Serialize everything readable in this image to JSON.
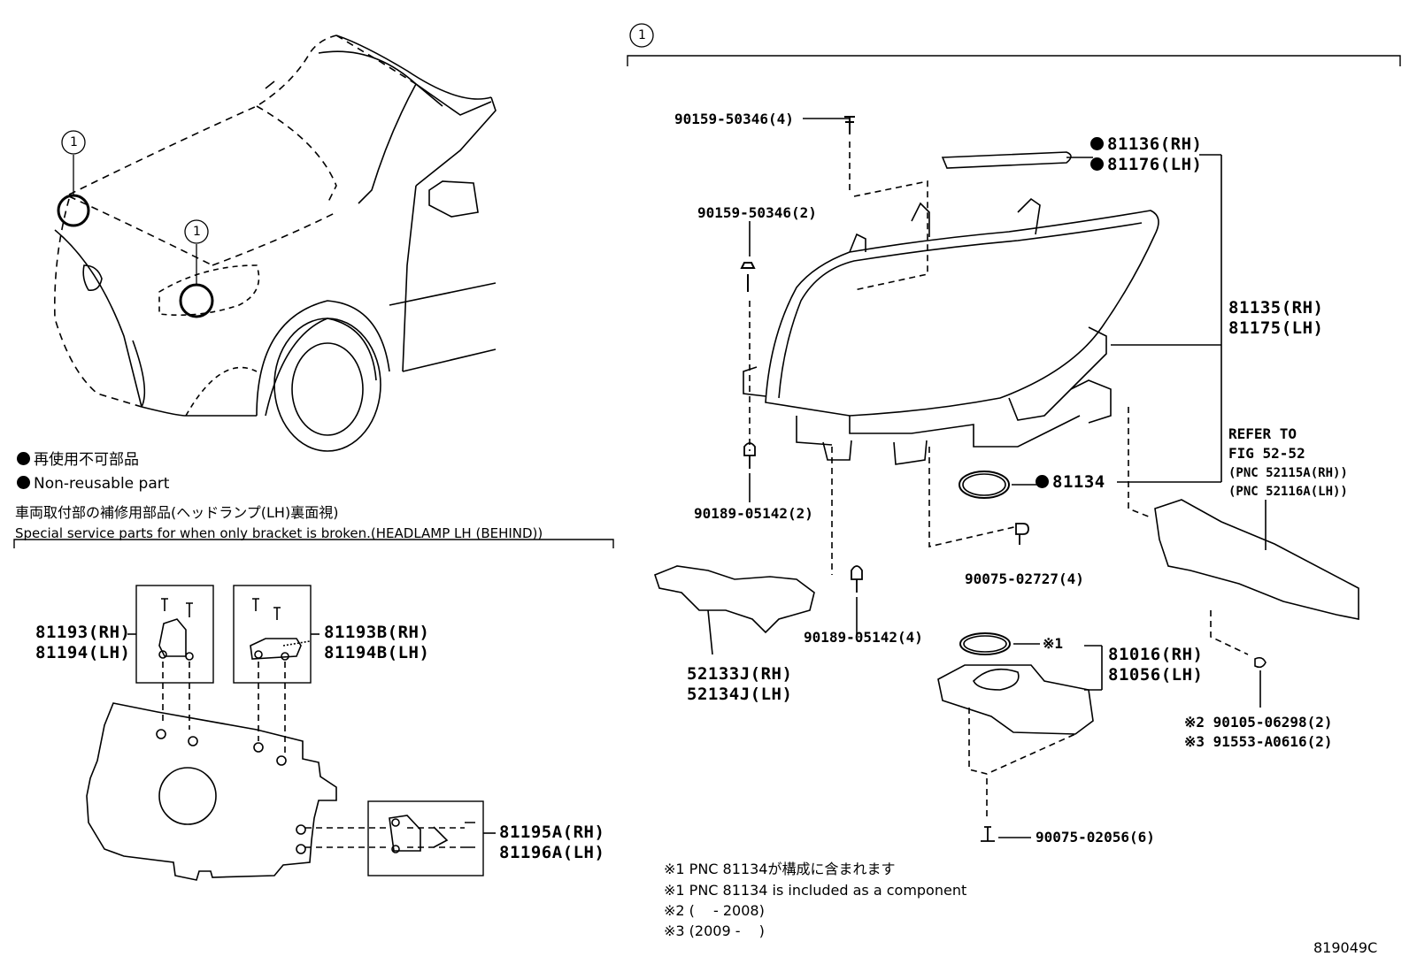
{
  "legend": {
    "non_reusable_jp": "再使用不可部品",
    "non_reusable_en": "Non-reusable part",
    "service_jp": "車両取付部の補修用部品(ヘッドランプ(LH)裏面視)",
    "service_en": "Special service parts for when only bracket is broken.(HEADLAMP LH (BEHIND))"
  },
  "callout_number": "1",
  "parts": {
    "screw_top": "90159-50346(4)",
    "screw_left": "90159-50346(2)",
    "clip_left": "90189-05142(2)",
    "clip_mid": "90189-05142(4)",
    "cover_rh": "81136(RH)",
    "cover_lh": "81176(LH)",
    "assy_rh": "81135(RH)",
    "assy_lh": "81175(LH)",
    "refer_to": "REFER TO",
    "refer_fig": "FIG 52-52",
    "refer_pnc1": "(PNC 52115A(RH))",
    "refer_pnc2": "(PNC 52116A(LH))",
    "gasket": "81134",
    "screw_mid": "90075-02727(4)",
    "bracket_rh": "52133J(RH)",
    "bracket_lh": "52134J(LH)",
    "note1_mark": "※1",
    "computer_rh": "81016(RH)",
    "computer_lh": "81056(LH)",
    "bolt2": "※2 90105-06298(2)",
    "bolt3": "※3 91553-A0616(2)",
    "screw_bottom": "90075-02056(6)",
    "k1_rh": "81193(RH)",
    "k1_lh": "81194(LH)",
    "k2_rh": "81193B(RH)",
    "k2_lh": "81194B(LH)",
    "k3_rh": "81195A(RH)",
    "k3_lh": "81196A(LH)"
  },
  "notes": {
    "n1_jp": "※1 PNC 81134が構成に含まれます",
    "n1_en": "※1 PNC 81134 is included as a component",
    "n2": "※2 (　 - 2008)",
    "n3": "※3 (2009 - 　)"
  },
  "figure_id": "819049C"
}
